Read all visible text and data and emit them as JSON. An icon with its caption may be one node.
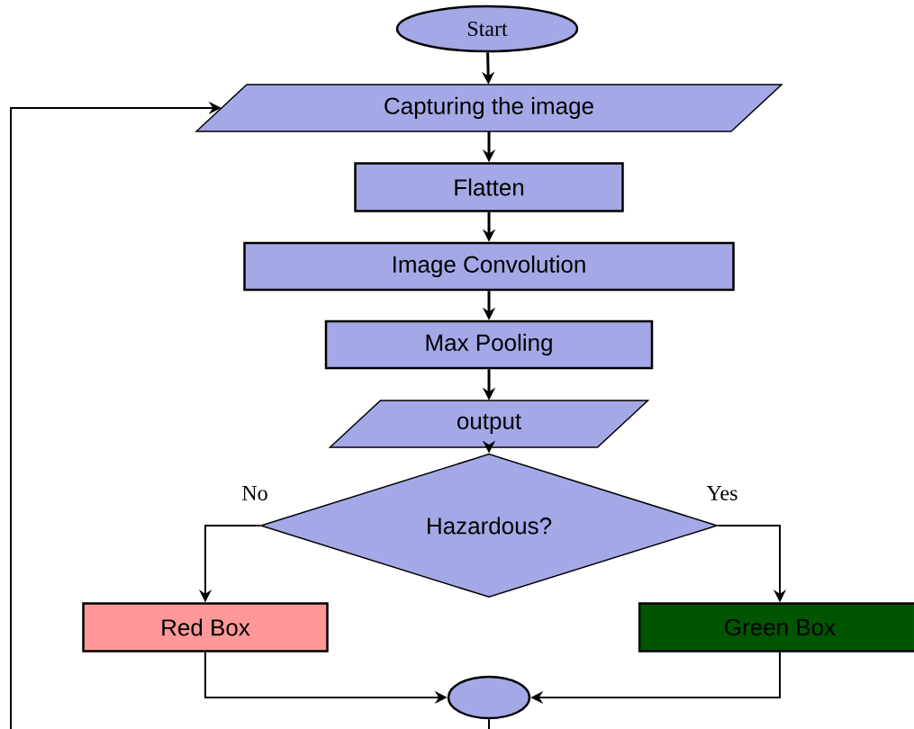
{
  "diagram": {
    "nodes": [
      {
        "text": [
          "Start"
        ]
      },
      {
        "text": [
          "Capturing the image"
        ]
      },
      {
        "text": [
          "Flatten"
        ]
      },
      {
        "text": [
          "Image Convolution"
        ]
      },
      {
        "text": [
          "Max Pooling"
        ]
      },
      {
        "text": [
          "output"
        ]
      },
      {
        "text": [
          "Hazardous?"
        ]
      },
      {
        "text": [
          "Red Box"
        ]
      },
      {
        "text": [
          "Green Box"
        ]
      },
      {
        "text": [],
        "shape": "circle"
      }
    ],
    "edges": [
      {
        "from": 0,
        "to": 1,
        "arrow": "to"
      },
      {
        "from": 1,
        "to": 2,
        "arrow": "to"
      },
      {
        "from": 2,
        "to": 3,
        "arrow": "to"
      },
      {
        "from": 3,
        "to": 4,
        "arrow": "to"
      },
      {
        "from": 4,
        "to": 5,
        "arrow": "to"
      },
      {
        "from": 5,
        "to": 6,
        "arrow": "to"
      },
      {
        "from": 6,
        "to": 7,
        "arrow": "to",
        "label": "No"
      },
      {
        "from": 6,
        "to": 8,
        "arrow": "to",
        "label": "Yes"
      },
      {
        "from": 7,
        "to": 9,
        "arrow": "to"
      },
      {
        "from": 8,
        "to": 9,
        "arrow": "to"
      },
      {
        "from": 9,
        "to": 1,
        "arrow": "to"
      }
    ]
  }
}
